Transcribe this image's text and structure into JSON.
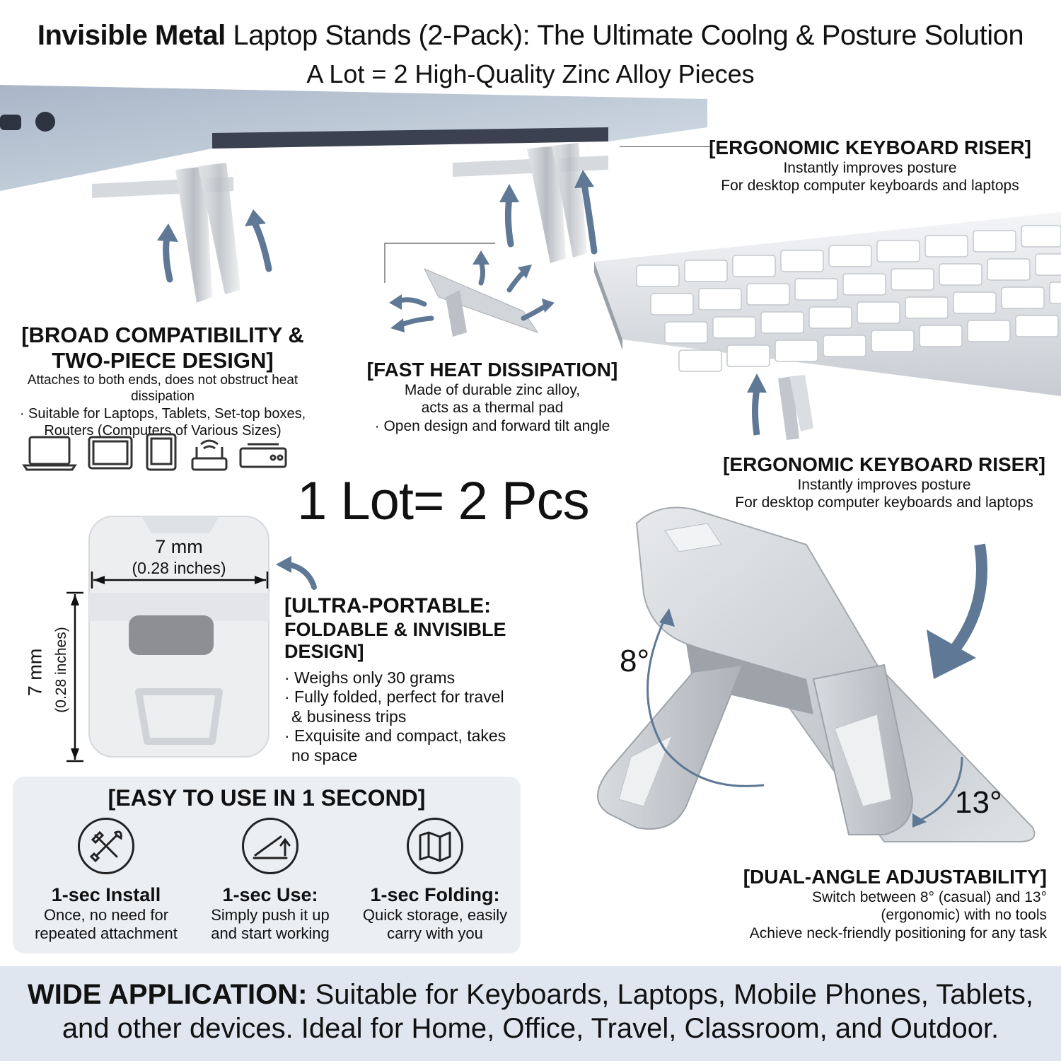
{
  "header": {
    "title_bold": "Invisible Metal",
    "title_rest": " Laptop Stands (2-Pack): The Ultimate Coolng & Posture Solution",
    "subtitle": "A Lot = 2 High-Quality Zinc Alloy Pieces"
  },
  "ergonomic_top": {
    "heading": "[ERGONOMIC KEYBOARD RISER]",
    "line1": "Instantly improves posture",
    "line2": "For desktop computer keyboards and laptops"
  },
  "broad": {
    "heading1": "[BROAD COMPATIBILITY &",
    "heading2": "TWO-PIECE DESIGN]",
    "line1": "Attaches to both ends, does not obstruct heat dissipation",
    "line2": "· Suitable for Laptops, Tablets, Set-top boxes,",
    "line3": "Routers (Computers of Various Sizes)",
    "device_icons": [
      "laptop-icon",
      "tablet-landscape-icon",
      "tablet-portrait-icon",
      "router-icon",
      "set-top-box-icon"
    ]
  },
  "heat": {
    "heading": "[FAST HEAT DISSIPATION]",
    "line1": "Made of durable zinc alloy,",
    "line2": "acts as a thermal pad",
    "line3": "· Open design and forward tilt angle"
  },
  "ergonomic_mid": {
    "heading": "[ERGONOMIC KEYBOARD RISER]",
    "line1": "Instantly improves posture",
    "line2": "For desktop computer keyboards and laptops"
  },
  "lot": {
    "text": "1 Lot= 2 Pcs"
  },
  "dimensions": {
    "width_mm": "7 mm",
    "width_in": "(0.28 inches)",
    "height_mm": "7 mm",
    "height_in": "(0.28 inches)"
  },
  "portable": {
    "heading1": "[ULTRA-PORTABLE:",
    "heading2": "FOLDABLE & INVISIBLE DESIGN]",
    "b1": "· Weighs only 30 grams",
    "b2": "· Fully folded, perfect for travel",
    "b2b": "& business trips",
    "b3": "· Exquisite and compact, takes",
    "b3b": "no space"
  },
  "angles": {
    "small": "8°",
    "large": "13°"
  },
  "dual": {
    "heading": "[DUAL-ANGLE ADJUSTABILITY]",
    "line1": "Switch between 8° (casual) and 13°",
    "line2": "(ergonomic) with no tools",
    "line3": "Achieve neck-friendly positioning for any task"
  },
  "easy": {
    "heading": "[EASY TO USE IN 1 SECOND]",
    "items": [
      {
        "icon": "tools-icon",
        "title": "1-sec Install",
        "line1": "Once, no need for",
        "line2": "repeated attachment"
      },
      {
        "icon": "push-up-icon",
        "title": "1-sec Use:",
        "line1": "Simply push it up",
        "line2": "and start working"
      },
      {
        "icon": "fold-map-icon",
        "title": "1-sec Folding:",
        "line1": "Quick storage, easily",
        "line2": "carry with you"
      }
    ]
  },
  "wide": {
    "bold": "WIDE APPLICATION:",
    "rest1": " Suitable for Keyboards, Laptops, Mobile Phones, Tablets,",
    "rest2": "and other devices. Ideal for Home, Office, Travel, Classroom, and Outdoor."
  },
  "colors": {
    "arrow": "#5e7896",
    "metal": "#c9ccd1",
    "metal_dark": "#9ea3aa",
    "panel": "#eceff2",
    "wide_panel": "#dfe6ef"
  }
}
